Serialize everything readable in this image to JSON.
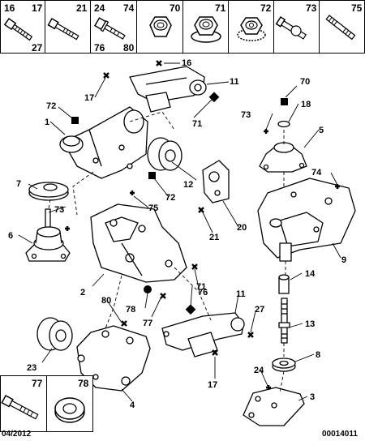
{
  "header_cells": [
    {
      "top_left": "16",
      "top_right": "17",
      "bottom_right": "27"
    },
    {
      "top_right": "21"
    },
    {
      "top_left": "24",
      "top_right": "74",
      "bottom_left": "76",
      "bottom_right": "80"
    },
    {
      "top_right": "70"
    },
    {
      "top_right": "71"
    },
    {
      "top_right": "72"
    },
    {
      "top_right": "73"
    },
    {
      "top_right": "75"
    }
  ],
  "callouts": [
    "1",
    "2",
    "3",
    "4",
    "5",
    "6",
    "7",
    "8",
    "9",
    "11",
    "11",
    "12",
    "13",
    "14",
    "16",
    "17",
    "17",
    "18",
    "20",
    "21",
    "23",
    "24",
    "27",
    "70",
    "71",
    "71",
    "72",
    "72",
    "73",
    "73",
    "74",
    "75",
    "76",
    "77",
    "78",
    "80"
  ],
  "legend": {
    "item_a": "77",
    "item_b": "78"
  },
  "footer": {
    "date": "04/2012",
    "ref": "00014011"
  }
}
